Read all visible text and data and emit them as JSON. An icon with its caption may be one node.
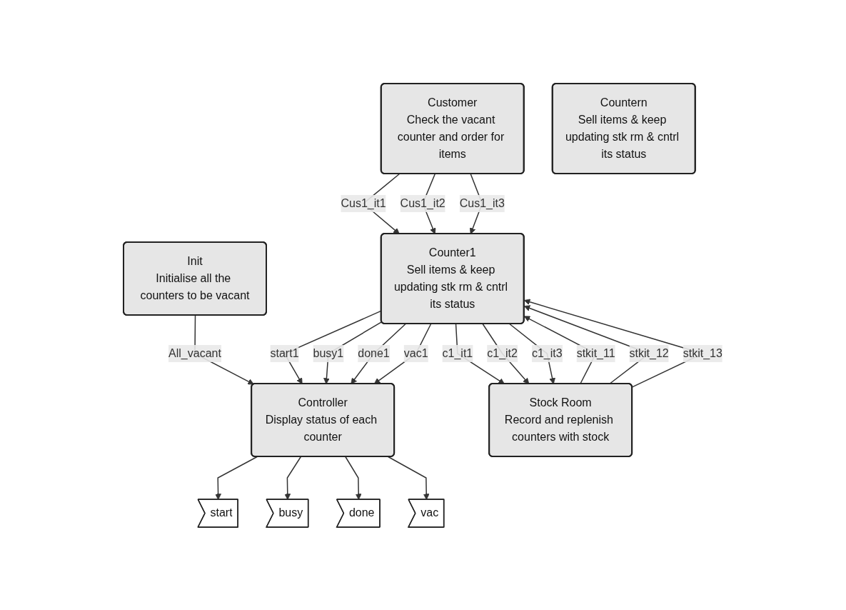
{
  "diagram": {
    "nodes": [
      {
        "text": [
          "Init",
          "Initialise all the counters to be vacant"
        ]
      },
      {
        "text": [
          "Customer",
          "Check the vacant counter and order for items"
        ]
      },
      {
        "text": [
          "Controller",
          "Display status of each counter"
        ]
      },
      {
        "text": [
          "Counter1",
          "Sell items & keep updating stk rm & cntrl its status"
        ]
      },
      {
        "text": [
          "Countern",
          "Sell items & keep updating stk rm & cntrl its status"
        ]
      },
      {
        "text": [
          "start"
        ]
      },
      {
        "text": [
          "busy"
        ]
      },
      {
        "text": [
          "done"
        ]
      },
      {
        "text": [
          "vac"
        ]
      },
      {
        "text": [
          "Stock Room",
          "Record and replenish counters with stock"
        ]
      }
    ],
    "edges": [
      {
        "from": 0,
        "to": 2,
        "arrow": "to",
        "label": "All_vacant"
      },
      {
        "from": 1,
        "to": 3,
        "arrow": "to",
        "label": "Cus1_it1"
      },
      {
        "from": 1,
        "to": 3,
        "arrow": "to",
        "label": "Cus1_it2"
      },
      {
        "from": 1,
        "to": 3,
        "arrow": "to",
        "label": "Cus1_it3"
      },
      {
        "from": 3,
        "to": 2,
        "arrow": "to",
        "label": "start1"
      },
      {
        "from": 3,
        "to": 2,
        "arrow": "to",
        "label": "busy1"
      },
      {
        "from": 3,
        "to": 2,
        "arrow": "to",
        "label": "done1"
      },
      {
        "from": 3,
        "to": 2,
        "arrow": "to",
        "label": "vac1"
      },
      {
        "from": 2,
        "to": 5,
        "arrow": "to"
      },
      {
        "from": 2,
        "to": 6,
        "arrow": "to"
      },
      {
        "from": 2,
        "to": 7,
        "arrow": "to"
      },
      {
        "from": 2,
        "to": 8,
        "arrow": "to"
      },
      {
        "from": 9,
        "to": 3,
        "arrow": "to",
        "label": "stkit_11"
      },
      {
        "from": 9,
        "to": 3,
        "arrow": "to",
        "label": "stkit_12"
      },
      {
        "from": 9,
        "to": 3,
        "arrow": "to",
        "label": "stkit_13"
      },
      {
        "from": 3,
        "to": 9,
        "arrow": "to",
        "label": "c1_it1"
      },
      {
        "from": 3,
        "to": 9,
        "arrow": "to",
        "label": "c1_it2"
      },
      {
        "from": 3,
        "to": 9,
        "arrow": "to",
        "label": "c1_it3"
      }
    ]
  }
}
